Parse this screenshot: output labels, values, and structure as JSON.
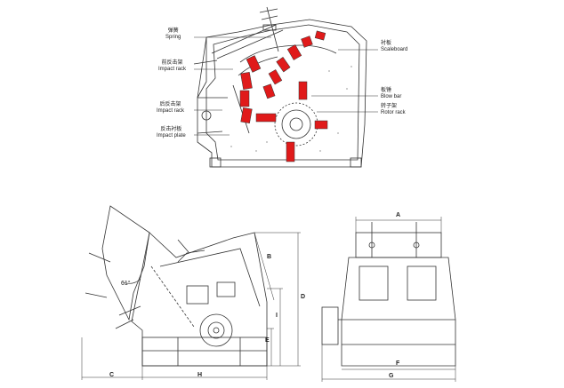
{
  "labels": {
    "spring": {
      "zh": "弹簧",
      "en": "Spring"
    },
    "front_rack": {
      "zh": "前反击架",
      "en": "Impact rack"
    },
    "rear_rack": {
      "zh": "后反击架",
      "en": "Impact rack"
    },
    "impact_plate": {
      "zh": "反击衬板",
      "en": "Impact plate"
    },
    "scaleboard": {
      "zh": "衬板",
      "en": "Scaleboard"
    },
    "blow_bar": {
      "zh": "板锤",
      "en": "Blow bar"
    },
    "rotor_rack": {
      "zh": "转子架",
      "en": "Rotor rack"
    }
  },
  "dimensions": {
    "A": "A",
    "B": "B",
    "C": "C",
    "D": "D",
    "E": "E",
    "F": "F",
    "G": "G",
    "H": "H",
    "I": "I"
  },
  "angle": "61°",
  "colors": {
    "line": "#333333",
    "accent": "#e01a1a"
  }
}
